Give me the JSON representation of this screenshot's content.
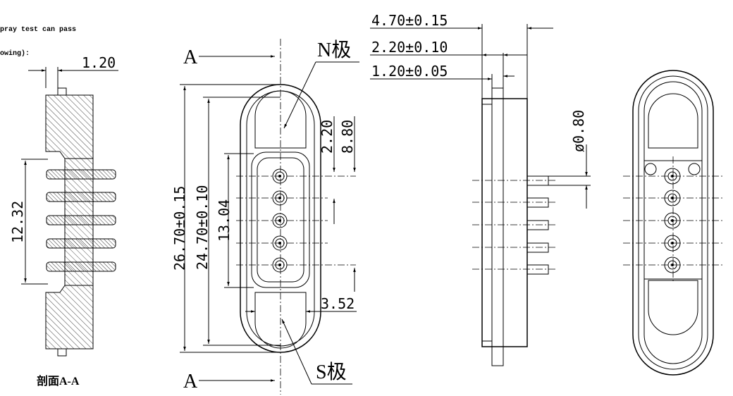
{
  "notes": {
    "line1": "pray test can pass",
    "line2": "owing):"
  },
  "section_view": {
    "caption": "剖面A-A",
    "dim_top": "1.20",
    "dim_pitch_total": "12.32"
  },
  "front_view": {
    "section_mark_top": "A",
    "section_mark_bottom": "A",
    "pole_n": "N极",
    "pole_s": "S极",
    "dim_overall_length": "26.70±0.15",
    "dim_inner_length": "24.70±0.10",
    "dim_pin_span": "13.04",
    "dim_n_offset": "2.20",
    "dim_n_depth": "8.80",
    "dim_s_width": "3.52"
  },
  "side_view": {
    "dim_total_thickness": "4.70±0.15",
    "dim_body_thickness": "2.20±0.10",
    "dim_flange_thickness": "1.20±0.05",
    "dim_pin_diameter": "ø0.80"
  },
  "back_view": {}
}
